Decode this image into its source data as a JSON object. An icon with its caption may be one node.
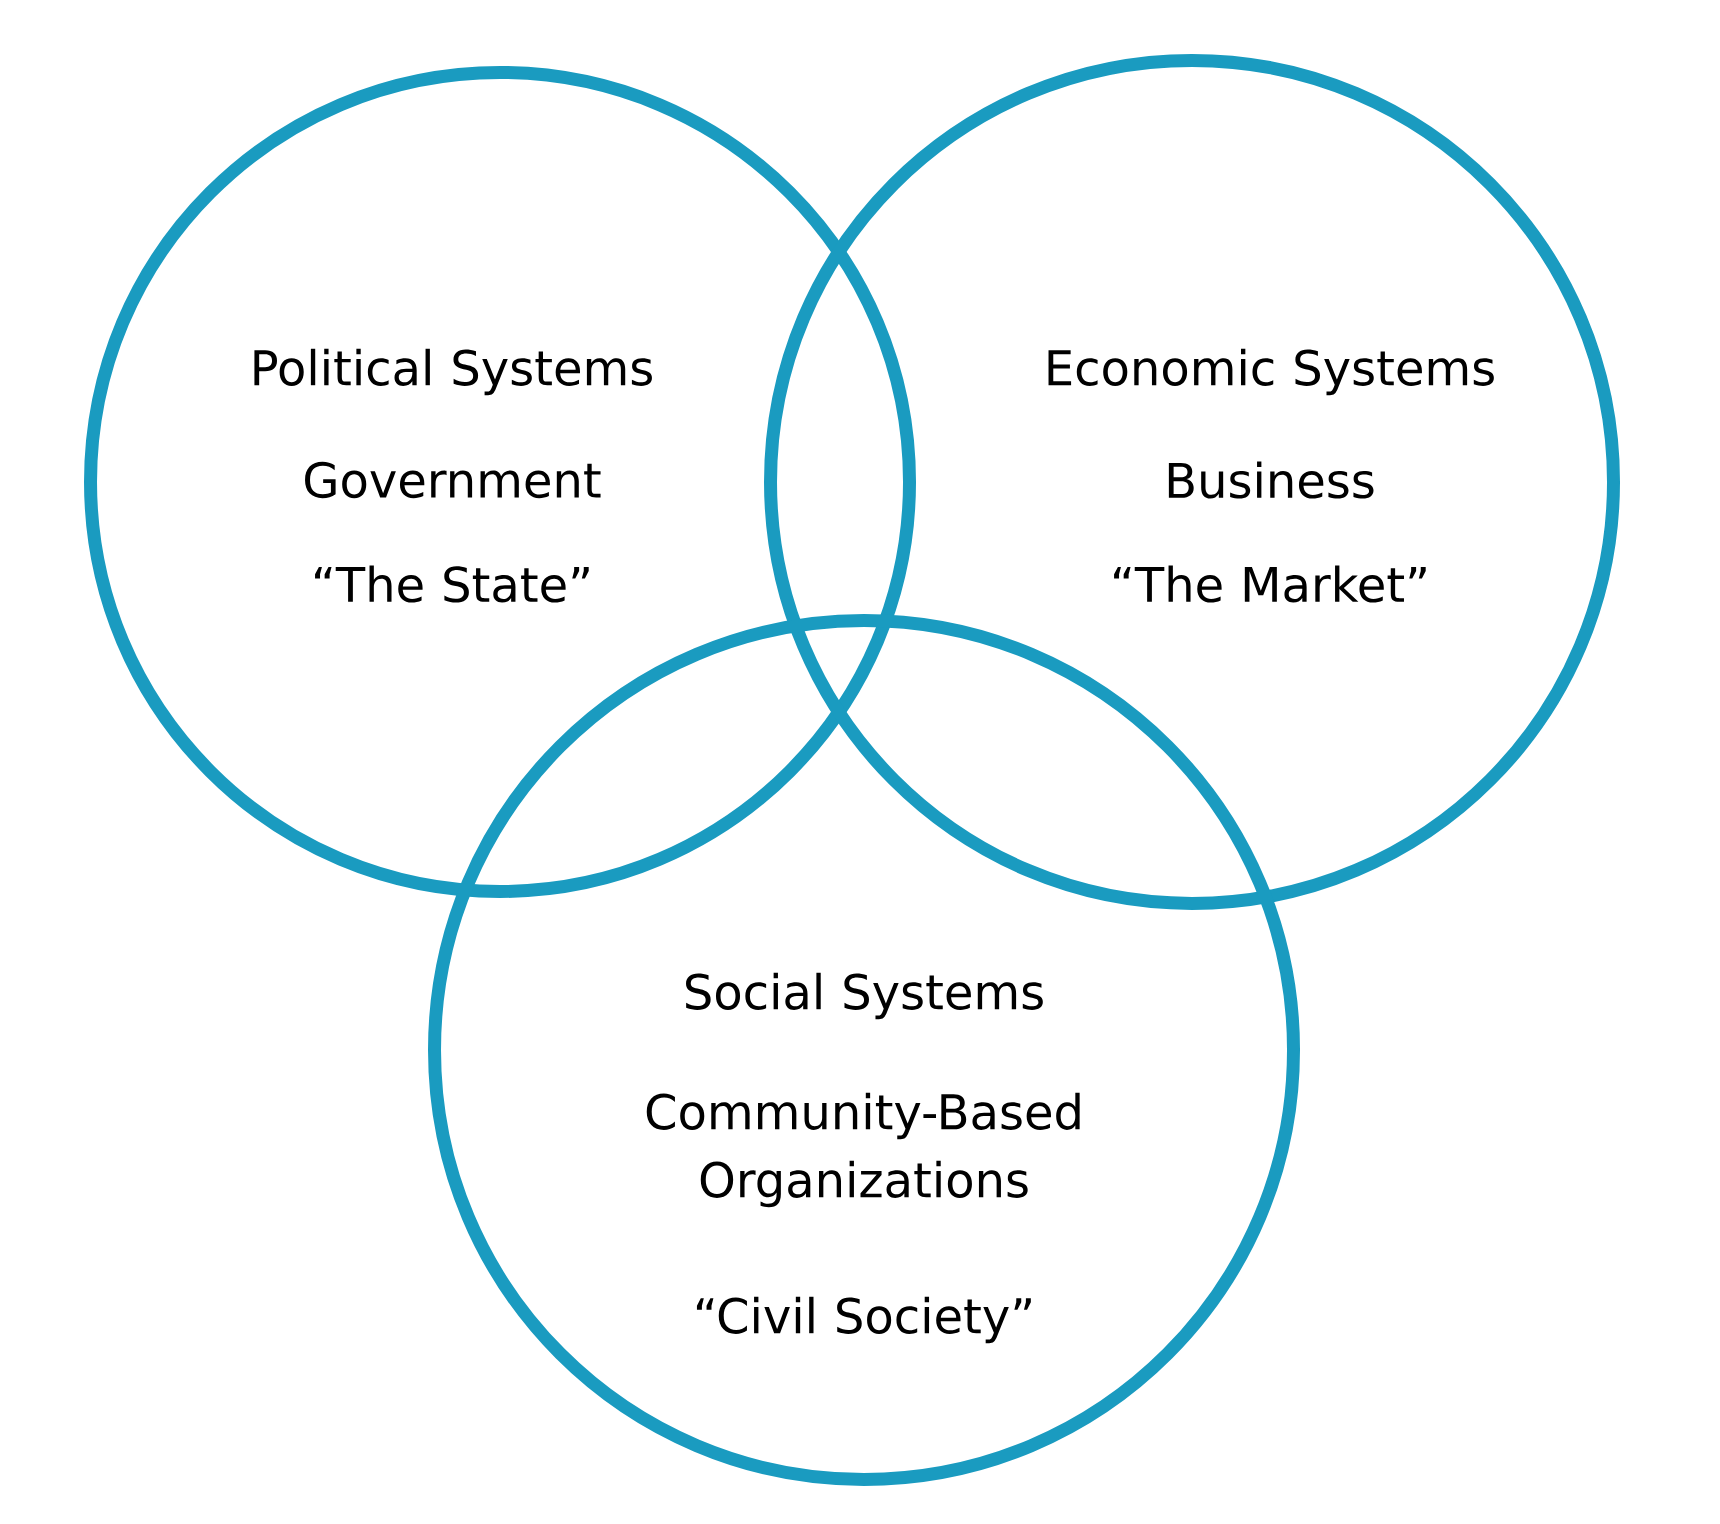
{
  "diagram": {
    "nodes": [
      {
        "text": [
          "Political Systems",
          "Government",
          "“The State”"
        ]
      },
      {
        "text": [
          "Economic Systems",
          "Business",
          "“The Market”"
        ]
      },
      {
        "text": [
          "Social Systems",
          "Community-Based Organizations",
          "“Civil Society”"
        ]
      }
    ]
  }
}
